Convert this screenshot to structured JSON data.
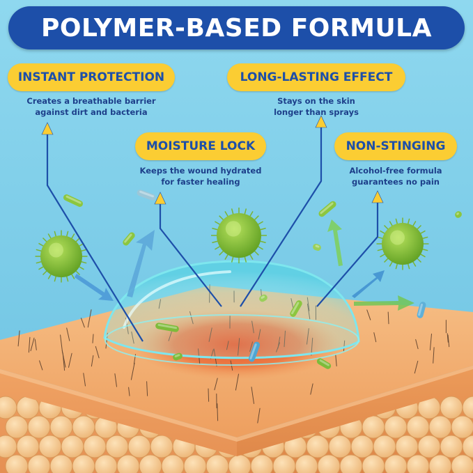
{
  "title": "POLYMER-BASED FORMULA",
  "features": [
    {
      "label": "INSTANT PROTECTION",
      "lines": [
        "Creates a breathable barrier",
        "against dirt and bacteria"
      ]
    },
    {
      "label": "LONG-LASTING EFFECT",
      "lines": [
        "Stays on the skin",
        "longer than sprays"
      ]
    },
    {
      "label": "MOISTURE LOCK",
      "lines": [
        "Keeps the wound hydrated",
        "for faster healing"
      ]
    },
    {
      "label": "NON-STINGING",
      "lines": [
        "Alcohol-free formula",
        "guarantees no pain"
      ]
    }
  ],
  "colors": {
    "background": "#7fcfe9",
    "title_bar": "#1d4fa9",
    "pill": "#fbcd33",
    "pill_text": "#1d4fa9",
    "arrow_line": "#1d4fa9",
    "arrow_head": "#fbcd33",
    "skin": "#f2a565",
    "dome": "#9ff0ef",
    "bacteria": "#8dc63f"
  },
  "illustration": {
    "elements": [
      "skin-block",
      "fat-cells",
      "polymer-dome",
      "wound-area",
      "bacteria",
      "bacilli",
      "deflection-arrows"
    ]
  }
}
